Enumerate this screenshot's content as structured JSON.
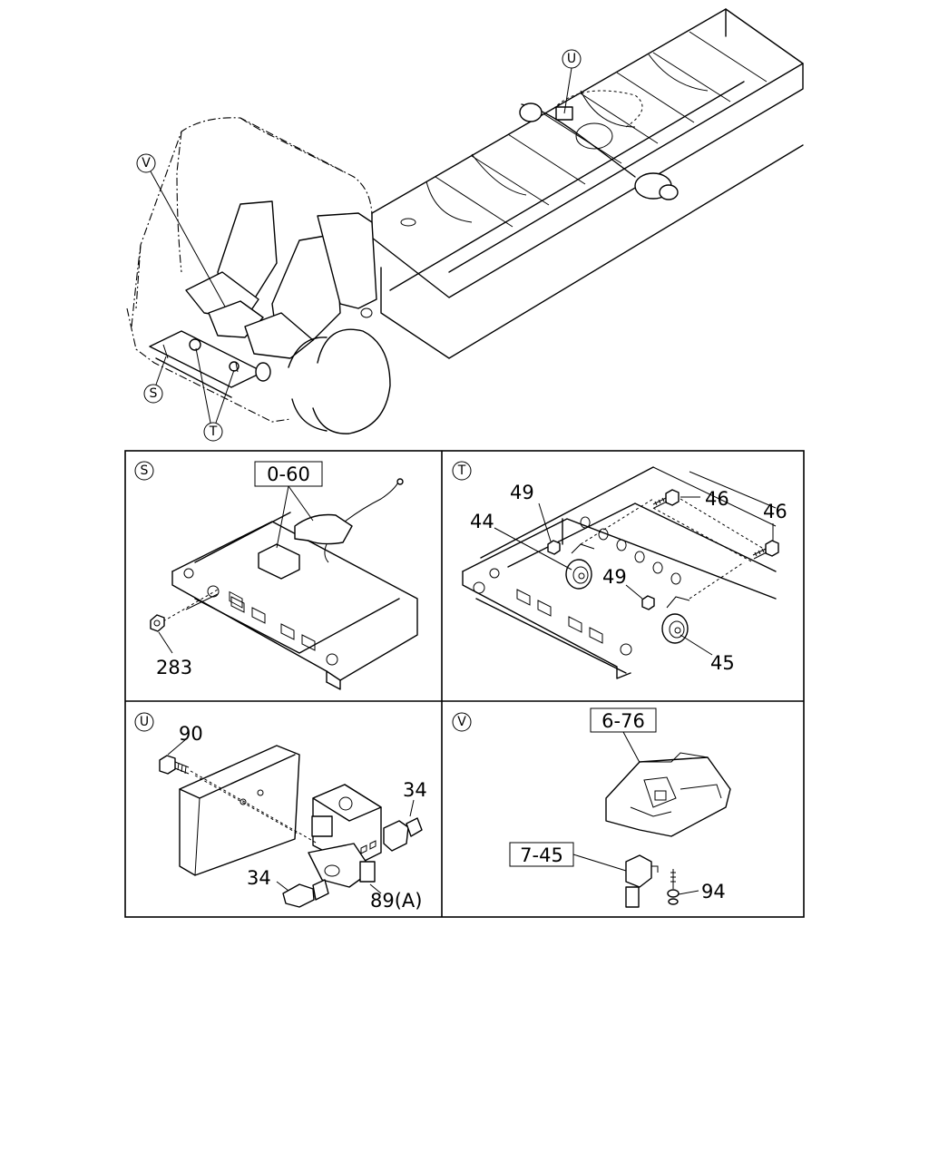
{
  "overview": {
    "callouts": [
      "V",
      "U",
      "S",
      "T"
    ]
  },
  "panels": {
    "S": {
      "letter": "S",
      "ref_box": "0-60",
      "parts": [
        "283"
      ]
    },
    "T": {
      "letter": "T",
      "parts": [
        "49",
        "46",
        "44",
        "46",
        "49",
        "45"
      ]
    },
    "U": {
      "letter": "U",
      "parts": [
        "90",
        "34",
        "34",
        "89(A)"
      ]
    },
    "V": {
      "letter": "V",
      "ref_boxes": [
        "6-76",
        "7-45"
      ],
      "parts": [
        "94"
      ]
    }
  }
}
